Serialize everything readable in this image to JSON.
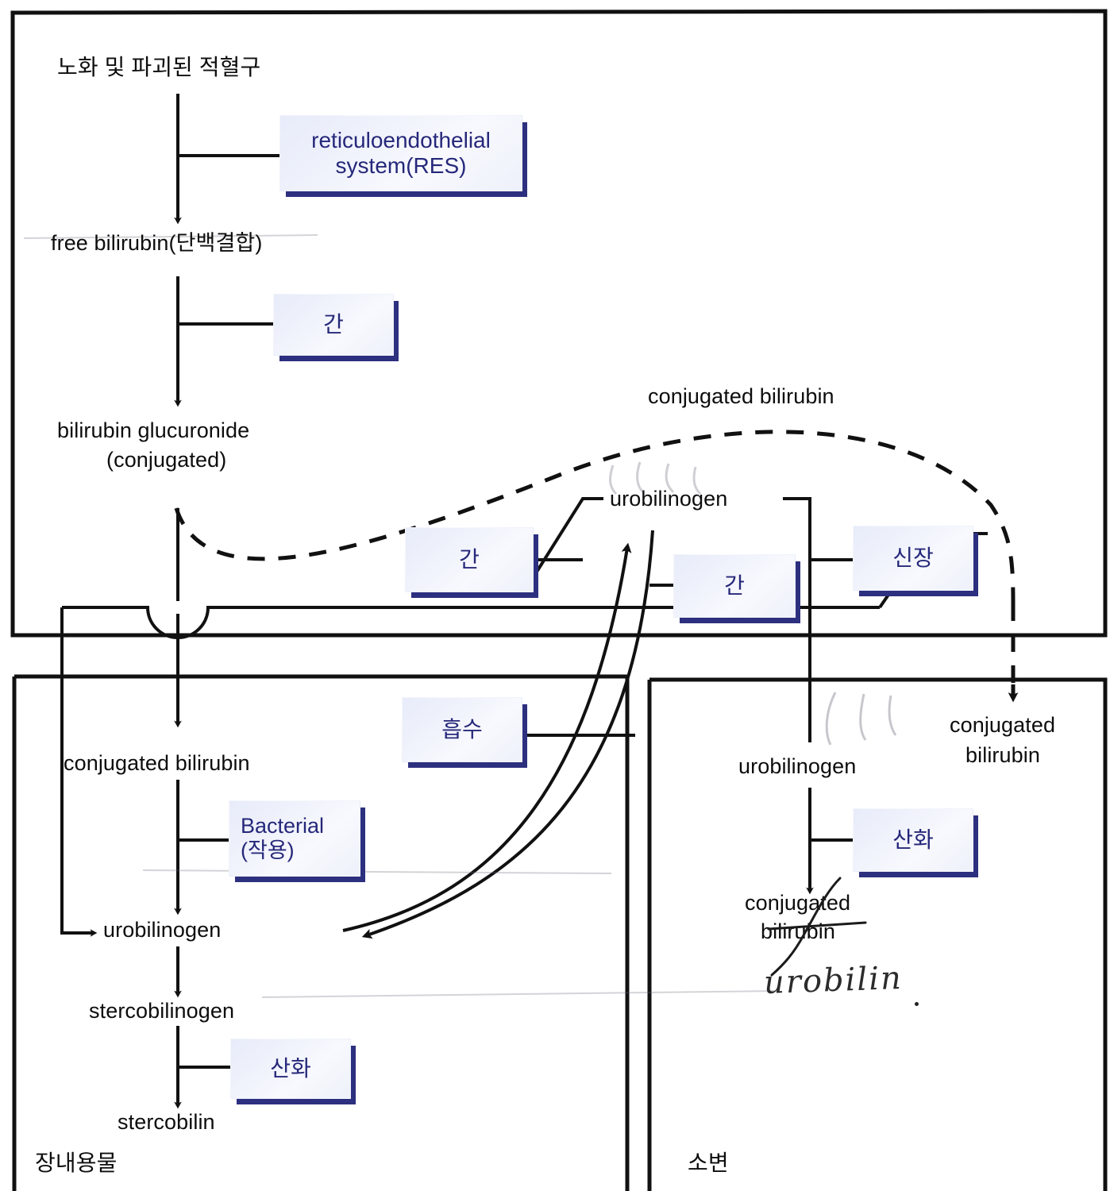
{
  "diagram": {
    "title_absent": "",
    "sections": {
      "upper_label": "",
      "lower_left_label": "장내용물",
      "lower_right_label": "소변"
    },
    "nodes": {
      "n1": "노화 및 파괴된 적혈구",
      "n2": "free bilirubin(단백결합)",
      "n3_line1": "bilirubin glucuronide",
      "n3_line2": "(conjugated)",
      "n4": "conjugated bilirubin",
      "n5": "urobilinogen",
      "n6": "urobilinogen",
      "n7": "stercobilinogen",
      "n8": "stercobilin",
      "n9": "urobilinogen",
      "n10_line1": "conjugated",
      "n10_line2": "bilirubin",
      "n11_line1": "conjugated",
      "n11_line2": "bilirubin",
      "n12": "conjugated bilirubin"
    },
    "process_boxes": {
      "res_line1": "reticuloendothelial",
      "res_line2": "system(RES)",
      "liver1": "간",
      "liver2": "간",
      "liver3": "간",
      "kidney": "신장",
      "absorption": "흡수",
      "bacterial_line1": "Bacterial",
      "bacterial_line2": "(작용)",
      "oxidation1": "산화",
      "oxidation2": "산화"
    },
    "annotations": {
      "handwritten": "urobilin"
    },
    "colors": {
      "box_text": "#26287a",
      "box_shadow": "#2d2f7f",
      "box_fill_light": "#f8f9fe",
      "box_fill_dark": "#e8ecfa",
      "stroke": "#111111",
      "background": "#ffffff"
    }
  }
}
